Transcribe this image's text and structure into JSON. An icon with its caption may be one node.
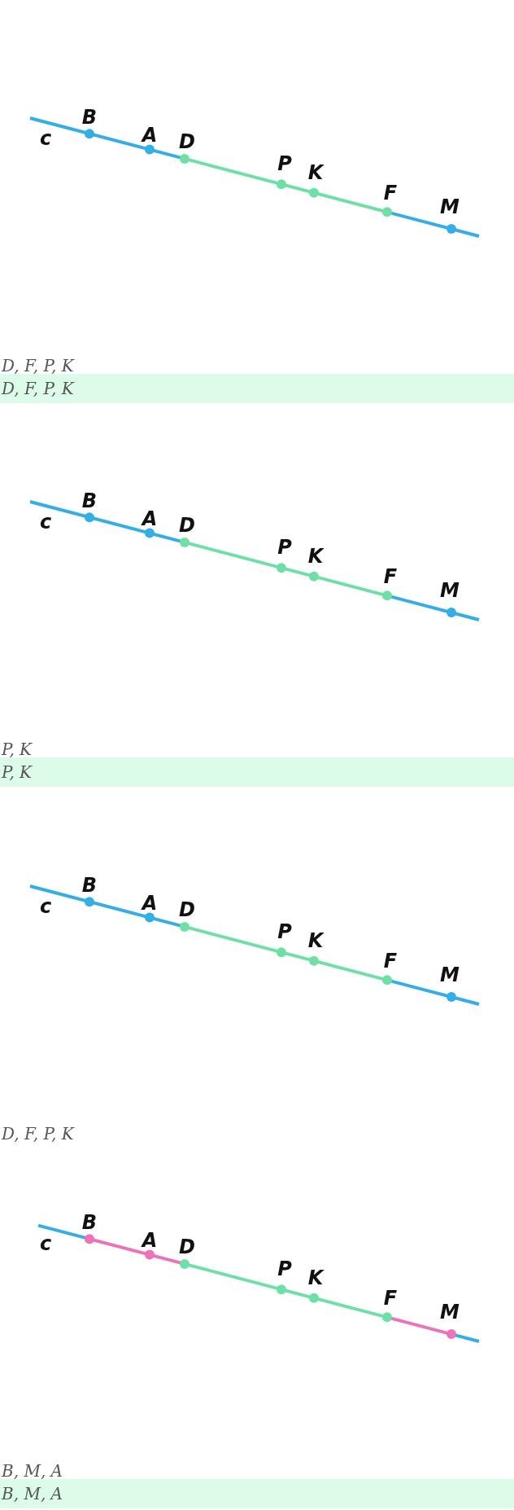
{
  "diagram": {
    "labels": [
      "c",
      "B",
      "A",
      "D",
      "P",
      "K",
      "F",
      "M",
      "D, F, P, K",
      "D, F, P, K",
      "c",
      "B",
      "A",
      "D",
      "P",
      "K",
      "F",
      "M",
      "P, K",
      "P, K",
      "c",
      "B",
      "A",
      "D",
      "P",
      "K",
      "F",
      "M",
      "D, F, P, K",
      "c",
      "B",
      "A",
      "D",
      "P",
      "K",
      "F",
      "M",
      "B, M, A",
      "B, M, A"
    ]
  }
}
